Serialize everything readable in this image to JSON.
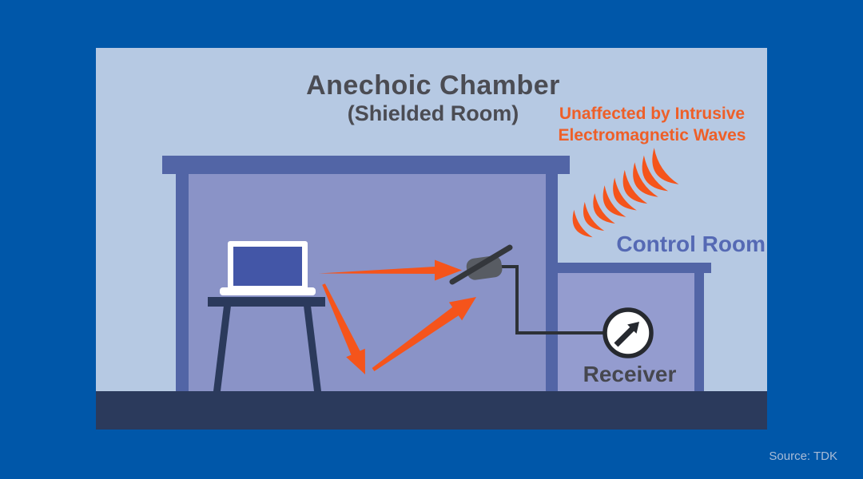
{
  "title": {
    "main": "Anechoic Chamber",
    "sub": "(Shielded Room)"
  },
  "labels": {
    "warning_line1": "Unaffected by Intrusive",
    "warning_line2": "Electromagnetic Waves",
    "control_room": "Control Room",
    "receiver": "Receiver",
    "source": "Source: TDK"
  },
  "colors": {
    "frame_blue": "#0057A9",
    "panel_background": "#B6C9E3",
    "structure_blue": "#5265A6",
    "chamber_interior": "#8A93C7",
    "control_room_interior": "#949CCF",
    "floor_navy": "#2B3A5C",
    "accent_orange": "#F5541B",
    "warning_text_orange": "#EE5F28",
    "laptop_screen_blue": "#4356A7",
    "title_gray": "#4B4C53",
    "control_room_text_blue": "#5569B4",
    "source_text": "#A9BCD7"
  }
}
